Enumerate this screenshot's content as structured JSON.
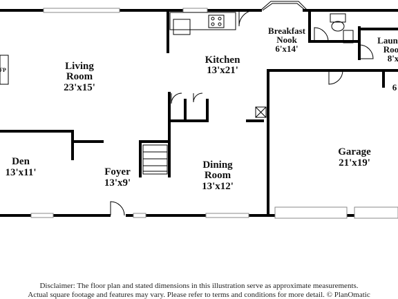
{
  "rooms": {
    "living": {
      "name_line1": "Living",
      "name_line2": "Room",
      "size": "23'x15'"
    },
    "kitchen": {
      "name": "Kitchen",
      "size": "13'x21'"
    },
    "nook": {
      "name_line1": "Breakfast",
      "name_line2": "Nook",
      "size": "6'x14'"
    },
    "laundry": {
      "name_line1": "Laun",
      "name_line2": "Roo",
      "size": "8'x"
    },
    "garage": {
      "name": "Garage",
      "size": "21'x19'"
    },
    "den": {
      "name": "Den",
      "size": "13'x11'"
    },
    "foyer": {
      "name": "Foyer",
      "size": "13'x9'"
    },
    "dining": {
      "name_line1": "Dining",
      "name_line2": "Room",
      "size": "13'x12'"
    },
    "partial_right": {
      "label": "6"
    },
    "fireplace": {
      "label": "FP"
    }
  },
  "disclaimer": {
    "line1": "Disclaimer: The floor plan and stated dimensions in this illustration serve as approximate measurements.",
    "line2": "Actual square footage and features may vary. Please refer to terms and conditions for more detail. © PlanOmatic"
  }
}
